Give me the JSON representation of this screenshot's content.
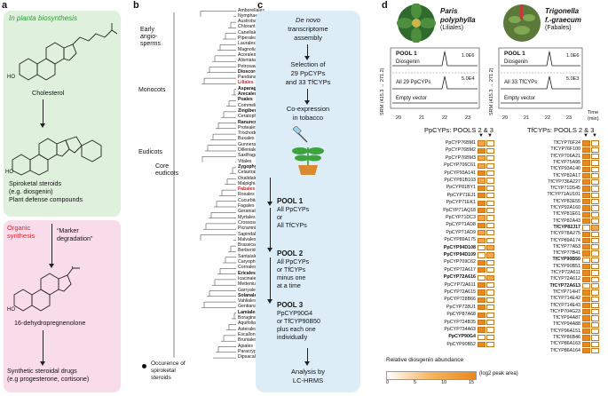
{
  "panel_letters": [
    "a",
    "b",
    "c",
    "d"
  ],
  "panel_a": {
    "green_title": "In planta biosynthesis",
    "cholesterol": "Cholesterol",
    "spiro_lines": [
      "Spiroketal steroids",
      "(e.g. diosgenin)",
      "Plant defense compounds"
    ],
    "organic": [
      "Organic",
      "synthesis"
    ],
    "marker": [
      "“Marker",
      "degradation”"
    ],
    "dehydro": "16-dehydropregnenolone",
    "drugs_lines": [
      "Synthetic steroidal drugs",
      "(e.g progesterone, cortisone)"
    ],
    "ho": "HO"
  },
  "panel_b": {
    "leaves": [
      "Amborellales",
      "Nymphaeales",
      "Austrobaileyales",
      "Chloranthales",
      "Canellales",
      "Piperales",
      "Laurales",
      "Magnoliales",
      "Acorales",
      "Alismatales",
      "Petrosaviales",
      "Dioscoreales",
      "Pandanales",
      "Liliales",
      "Asparagales",
      "Arecales",
      "Poales",
      "Commelinales",
      "Zingiberales",
      "Ceratophyllales",
      "Ranunculales",
      "Proteales",
      "Trochodendrales",
      "Buxales",
      "Gunnerales",
      "Dilleniales",
      "Saxifragales",
      "Vitales",
      "Zygophyllales",
      "Celastrales",
      "Oxalidales",
      "Malpighiales",
      "Fabales",
      "Rosales",
      "Cucurbitales",
      "Fagales",
      "Geraniales",
      "Myrtales",
      "Crossosomatales",
      "Picramniales",
      "Sapindales",
      "Malvales",
      "Brassicales",
      "Berberidopsidales",
      "Santalales",
      "Caryophyllales",
      "Cornales",
      "Ericales",
      "Icacinales",
      "Metteniusales",
      "Garryales",
      "Solanales",
      "Vahliales",
      "Gentianales",
      "Lamiales",
      "Boraginales",
      "Aquifoliales",
      "Asterales",
      "Escalloniales",
      "Bruniales",
      "Apiales",
      "Paracryphiales",
      "Dipsacales"
    ],
    "clade_labels": {
      "early": "Early",
      "angio": "angio-",
      "sperms": "sperms",
      "monocots": "Monocots",
      "eudicots": "Eudicots",
      "core": "Core",
      "core2": "eudicots"
    },
    "legend": [
      "Occurence of",
      "spiroketal",
      "steroids"
    ]
  },
  "panel_c": {
    "step1": [
      "De novo",
      "transcriptome",
      "assembly"
    ],
    "step2": [
      "Selection of",
      "29 PpCYPs",
      "and 33 TfCYPs"
    ],
    "step3": [
      "Co-expression",
      "in tobacco"
    ],
    "pool1_title": "POOL 1",
    "pool1_lines": [
      "All PpCYPs",
      "or",
      "All TfCYPs"
    ],
    "pool2_title": "POOL 2",
    "pool2_lines": [
      "All PpCYPs",
      "or TfCYPs",
      "minus one",
      "at a time"
    ],
    "pool3_title": "POOL 3",
    "pool3_lines": [
      "PpCYP90G4",
      "or TfCYP90B50",
      "plus each one",
      "individually"
    ],
    "analysis": [
      "Analysis by",
      "LC-HRMS"
    ]
  },
  "panel_d": {
    "species_left": [
      "Paris",
      "polyphylla",
      "(Liliales)"
    ],
    "species_right": [
      "Trigonella",
      "f.-graecum",
      "(Fabales)"
    ],
    "pool1": "POOL 1",
    "diosgenin": "Diosgenin",
    "all_pp": "All 29 PpCYPs",
    "all_tf": "All 33 TfCYPs",
    "empty": "Empty vector",
    "scale_left_top": "1.0E6",
    "scale_left_bot": "5.0E4",
    "scale_right_top": "1.0E6",
    "scale_right_bot": "5.0E3",
    "ylabel": "SRM (415.3 → 271.2)",
    "time_label": [
      "Time",
      "(min)"
    ],
    "xticks_left": [
      "20",
      "21",
      "22",
      "23"
    ],
    "xticks_right": [
      "20",
      "21",
      "22",
      "23"
    ],
    "pp_title": "PpCYPs: POOLS 2 & 3",
    "tf_title": "TfCYPs: POOLS 2 & 3",
    "pp_genes": [
      "PpCYP76BM1",
      "PpCYP76BM2",
      "PpCYP76BM3",
      "PpCYP706C61",
      "PpCYP93A141",
      "PpCYP81B103",
      "PpCYP81BY1",
      "PpCYP71EJ1",
      "PpCYP71EK1",
      "PpCYP71AQ18",
      "PpCYP71DC3",
      "PpCYP71AD8",
      "PpCYP71AD9",
      "PpCYP89A175",
      "PpCYP94D108",
      "PpCYP94D109",
      "PpCYP709C62",
      "PpCYP72A617",
      "PpCYP72A616",
      "PpCYP72A611",
      "PpCYP72A615",
      "PpCYP728B66",
      "PpCYP728U1",
      "PpCYP87A68",
      "PpCYP724B35",
      "PpCYP734A63",
      "PpCYP90G4",
      "PpCYP90B52"
    ],
    "tf_genes": [
      "TfCYP76F24",
      "TfCYP76F100",
      "TfCYP706A21",
      "TfCYP75A95",
      "TfCYP93A140",
      "TfCYP82A17",
      "TfCYP736A227",
      "TfCYP71D545",
      "TfCYP71AU101",
      "TfCYP83E55",
      "TfCYP92A160",
      "TfCYP81E61",
      "TfCYP82A43",
      "TfCYP82J17",
      "TfCYP78A275",
      "TfCYP89A174",
      "TfCYP77A53",
      "TfCYP77B41",
      "TfCYP90B50",
      "TfCYP90B51",
      "TfCYP72A611",
      "TfCYP72A612",
      "TfCYP72A613",
      "TfCYP714H7",
      "TfCYP714E42",
      "TfCYP714E43",
      "TfCYP704G23",
      "TfCYP94A87",
      "TfCYP94A88",
      "TfCYP96A151",
      "TfCYP86B46",
      "TfCYP86A163",
      "TfCYP86A164"
    ],
    "pp_bold": [
      "PpCYP94D108",
      "PpCYP94D109",
      "PpCYP72A616",
      "PpCYP90G4"
    ],
    "tf_bold": [
      "TfCYP82J17",
      "TfCYP90B50",
      "TfCYP72A613"
    ],
    "pp_pool2": [
      4,
      5,
      4,
      4,
      5,
      4,
      5,
      5,
      5,
      5,
      4,
      5,
      4,
      4,
      0,
      0,
      5,
      5,
      0,
      5,
      5,
      5,
      5,
      5,
      5,
      5,
      0,
      5
    ],
    "pp_pool3": [
      0,
      0,
      0,
      0,
      0,
      0,
      0,
      0,
      0,
      0,
      0,
      0,
      0,
      0,
      4,
      4,
      0,
      0,
      4,
      0,
      0,
      0,
      0,
      0,
      0,
      0,
      0,
      0
    ],
    "tf_pool2": [
      5,
      5,
      5,
      5,
      5,
      5,
      5,
      5,
      5,
      5,
      5,
      5,
      5,
      0,
      5,
      5,
      5,
      5,
      0,
      5,
      5,
      5,
      0,
      5,
      5,
      5,
      5,
      5,
      5,
      5,
      5,
      5,
      5
    ],
    "tf_pool3": [
      0,
      0,
      0,
      0,
      0,
      0,
      0,
      0,
      0,
      0,
      0,
      0,
      0,
      4,
      0,
      0,
      0,
      0,
      0,
      0,
      0,
      0,
      0,
      0,
      0,
      0,
      0,
      0,
      0,
      0,
      0,
      0,
      0
    ],
    "legend_title": "Relative diosgenin abundance",
    "legend_unit": "(log2 peak area)",
    "legend_ticks": [
      "0",
      "5",
      "10",
      "15"
    ],
    "colors": {
      "high": "#e9891d",
      "mid": "#f3a64a",
      "low": "#fbe3c4",
      "none": "#ffffff",
      "accent_red": "#e02020"
    }
  }
}
